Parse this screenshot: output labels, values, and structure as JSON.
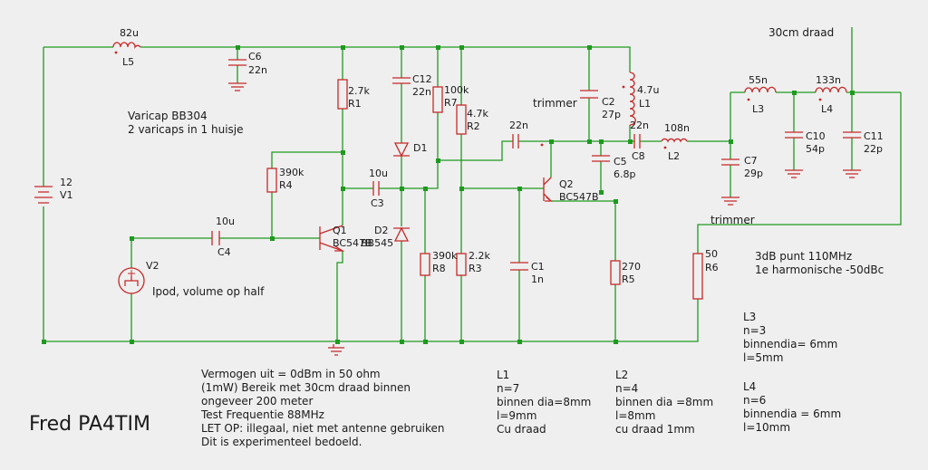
{
  "title": "Fred PA4TIM",
  "labels": {
    "l5_val": "82u",
    "l5_ref": "L5",
    "c6_ref": "C6",
    "c6_val": "22n",
    "c12_ref": "C12",
    "c12_val": "22n",
    "r1_val": "2.7k",
    "r1_ref": "R1",
    "r7_val": "100k",
    "r7_ref": "R7",
    "r2_val": "4.7k",
    "r2_ref": "R2",
    "d1_ref": "D1",
    "d2_ref": "D2",
    "d2_part": "BB545",
    "r4_val": "390k",
    "r4_ref": "R4",
    "c3_val": "10u",
    "c3_ref": "C3",
    "c4_val": "10u",
    "c4_ref": "C4",
    "q1_ref": "Q1",
    "q1_part": "BC547B",
    "r8_val": "390k",
    "r8_ref": "R8",
    "r3_val": "2.2k",
    "r3_ref": "R3",
    "c1_ref": "C1",
    "c1_val": "1n",
    "v1_val": "12",
    "v1_ref": "V1",
    "v2_ref": "V2",
    "ipod": "Ipod, volume op half",
    "varicap1": "Varicap BB304",
    "varicap2": "2 varicaps in 1 huisje",
    "trimmer1": "trimmer",
    "c2_ref": "C2",
    "c2_val": "27p",
    "l1_val": "4.7u",
    "l1_ref": "L1",
    "c8_val": "22n",
    "c8_ref": "C8",
    "cc_val": "22n",
    "c5_ref": "C5",
    "c5_val": "6.8p",
    "q2_ref": "Q2",
    "q2_part": "BC547B",
    "r5_val": "270",
    "r5_ref": "R5",
    "l2_val": "108n",
    "l2_ref": "L2",
    "c7_ref": "C7",
    "c7_val": "29p",
    "trimmer2": "trimmer",
    "r6_val": "50",
    "r6_ref": "R6",
    "l3_val": "55n",
    "l3_ref": "L3",
    "l4_val": "133n",
    "l4_ref": "L4",
    "c10_ref": "C10",
    "c10_val": "54p",
    "c11_ref": "C11",
    "c11_val": "22p",
    "antenna": "30cm draad",
    "db1": "3dB punt 110MHz",
    "db2": "1e harmonische -50dBc"
  },
  "notes": {
    "main": [
      "Vermogen uit = 0dBm in 50 ohm",
      "(1mW) Bereik met 30cm draad binnen",
      "ongeveer 200 meter",
      "Test Frequentie 88MHz",
      "LET OP: illegaal, niet met antenne gebruiken",
      "Dit is experimenteel bedoeld."
    ],
    "l1": [
      "L1",
      "n=7",
      "binnen dia=8mm",
      "l=9mm",
      "Cu draad"
    ],
    "l2": [
      "L2",
      "n=4",
      "binnen dia =8mm",
      "l=8mm",
      "cu draad 1mm"
    ],
    "l3": [
      "L3",
      "n=3",
      "binnendia= 6mm",
      "l=5mm"
    ],
    "l4": [
      "L4",
      "n=6",
      "binnendia = 6mm",
      "l=10mm"
    ]
  },
  "colors": {
    "wire": "#1e9a1e",
    "component": "#c82828",
    "node": "#1e9a1e",
    "text": "#1a1a1a",
    "background": "#efefef"
  }
}
